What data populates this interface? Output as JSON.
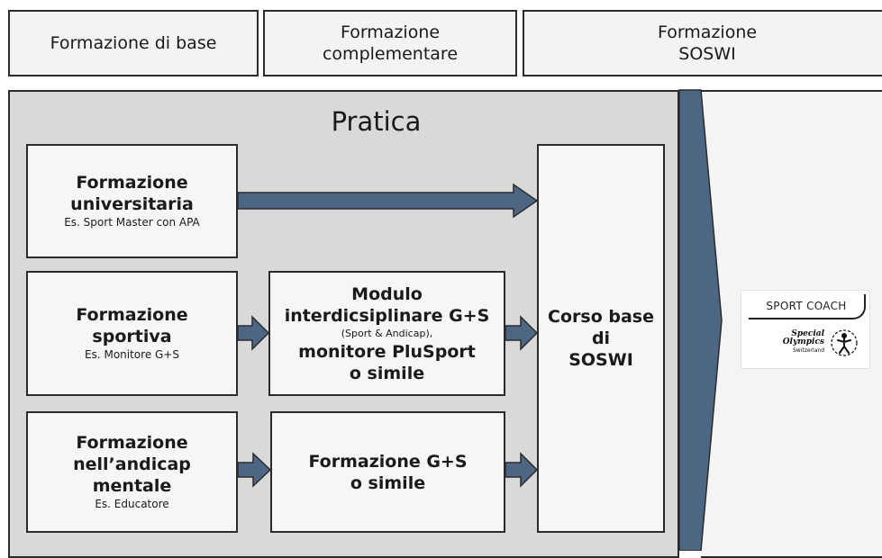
{
  "headers": [
    {
      "label": "Formazione di base"
    },
    {
      "label": "Formazione\ncomplementare"
    },
    {
      "label": "Formazione\nSOSWI"
    }
  ],
  "main_title": "Pratica",
  "boxes": {
    "universitaria": {
      "title": "Formazione\nuniversitaria",
      "example": "Es. Sport Master con APA"
    },
    "sportiva": {
      "title": "Formazione\nsportiva",
      "example": "Es. Monitore G+S"
    },
    "andicap": {
      "title": "Formazione\nnell’andicap\nmentale",
      "example": "Es. Educatore"
    },
    "modulo": {
      "line1": "Modulo\ninterdicsiplinare G+S",
      "line2": "(Sport & Andicap),",
      "line3": "monitore PluSport\no simile"
    },
    "formazione_gs": {
      "title": "Formazione G+S\no simile"
    },
    "corso_base": {
      "title": "Corso base\ndi\nSOSWI"
    }
  },
  "logo": {
    "top_text": "SPORT COACH",
    "brand_line1": "Special",
    "brand_line2": "Olympics",
    "brand_line3": "Switzerland"
  },
  "colors": {
    "arrow_fill": "#4d6684",
    "arrow_stroke": "#2b2b2b",
    "main_bg": "#d9d9d9",
    "box_bg": "#f6f6f6"
  }
}
